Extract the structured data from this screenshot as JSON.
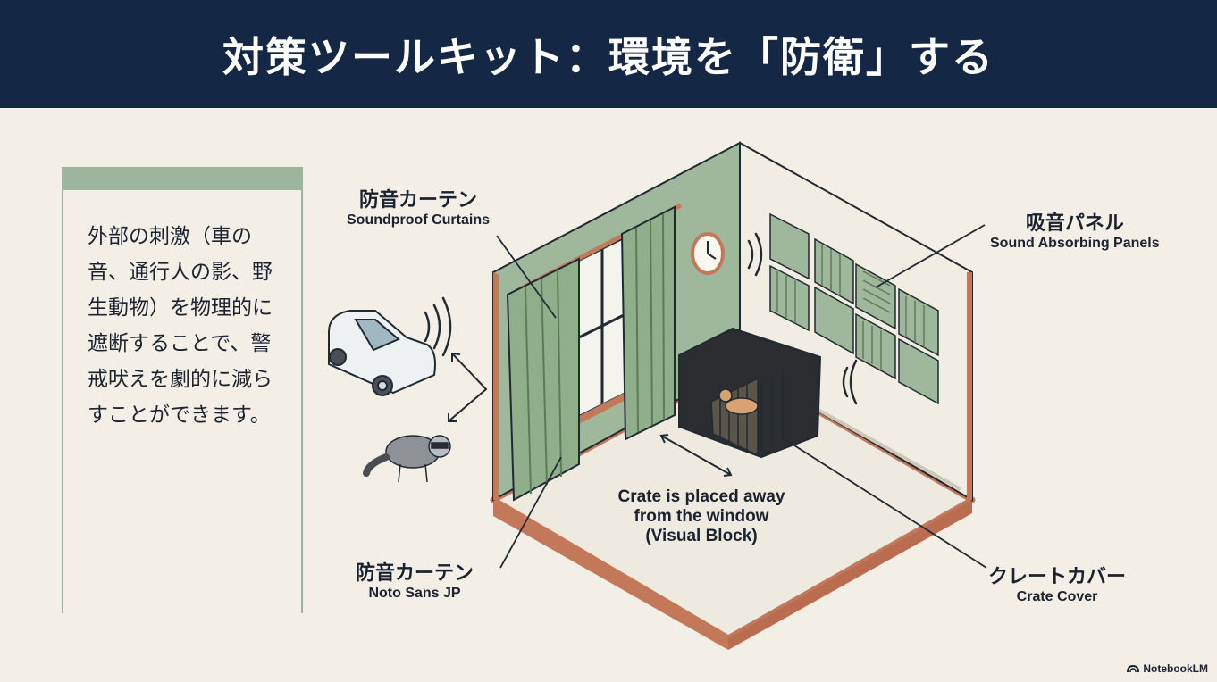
{
  "header": {
    "title": "対策ツールキット：環境を「防衛」する"
  },
  "side_panel": {
    "text": "外部の刺激（車の音、通行人の影、野生動物）を物理的に遮断することで、警戒吠えを劇的に減らすことができます。"
  },
  "labels": {
    "curtain_top": {
      "jp": "防音カーテン",
      "en": "Soundproof Curtains"
    },
    "panels": {
      "jp": "吸音パネル",
      "en": "Sound Absorbing Panels"
    },
    "curtain_bottom": {
      "jp": "防音カーテン",
      "en": "Noto Sans JP"
    },
    "crate_cover": {
      "jp": "クレートカバー",
      "en": "Crate Cover"
    }
  },
  "center_note": {
    "text": "Crate is placed away from the window (Visual Block)"
  },
  "brand": {
    "name": "NotebookLM",
    "icon": "notebooklm-logo-icon"
  },
  "colors": {
    "header_bg": "#142846",
    "background": "#f3efe6",
    "accent_green": "#9db59a",
    "wall_green": "#9fb79a",
    "floor_edge": "#c4785a"
  }
}
